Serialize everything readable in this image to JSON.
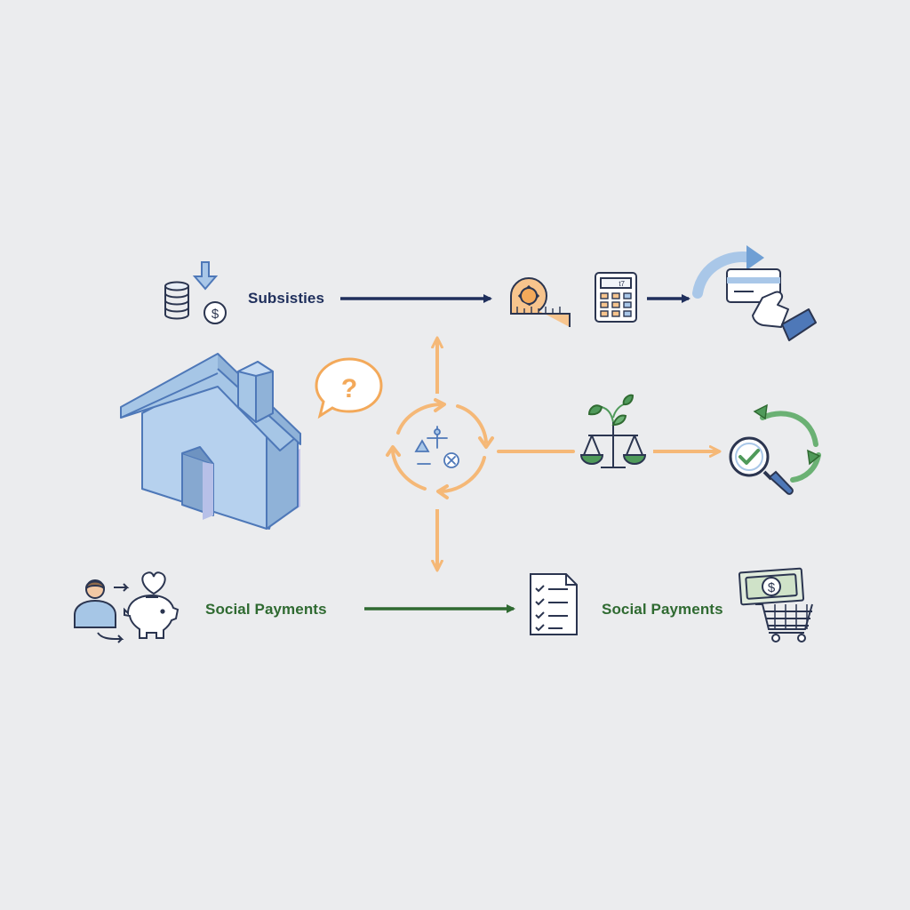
{
  "labels": {
    "subsidies": "Subsisties",
    "social_payments_left": "Social Payments",
    "social_payments_right": "Social Payments"
  },
  "symbols": {
    "question_mark": "?",
    "dollar": "$",
    "calculator_display": "t7"
  },
  "colors": {
    "background": "#ebecee",
    "navy_arrow": "#1f2f5c",
    "orange_arrow": "#f5b877",
    "green_arrow": "#2f6a31",
    "house_blue": "#a6c6e6",
    "icon_blue": "#4e78b8",
    "icon_orange": "#f3a95a",
    "icon_green": "#4f9a5a"
  },
  "icons": [
    "coins-deposit-icon",
    "house-icon",
    "question-bubble-icon",
    "measuring-tape-icon",
    "calculator-icon",
    "card-payment-icon",
    "decision-cycle-icon",
    "balance-scale-plant-icon",
    "magnifier-check-icon",
    "person-savings-icon",
    "checklist-document-icon",
    "cash-shopping-cart-icon"
  ]
}
